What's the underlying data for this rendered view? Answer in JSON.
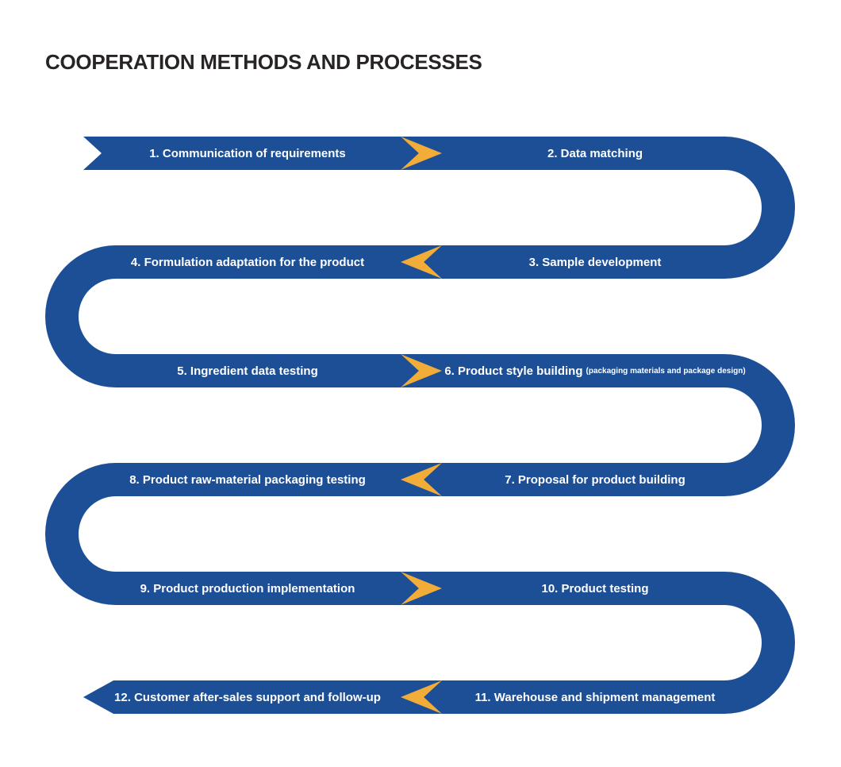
{
  "title": "COOPERATION METHODS AND PROCESSES",
  "colors": {
    "ribbon": "#1d4f97",
    "arrow": "#f1ad37",
    "title_text": "#292424",
    "label_text": "#ffffff",
    "background": "#ffffff"
  },
  "flow": {
    "rows": [
      {
        "left_label": "1. Communication of requirements",
        "right_label": "2. Data matching",
        "direction": "right",
        "connector_icon": "chevron-right-icon"
      },
      {
        "left_label": "4. Formulation adaptation for the product",
        "right_label": "3. Sample development",
        "direction": "left",
        "connector_icon": "chevron-left-icon"
      },
      {
        "left_label": "5. Ingredient data testing",
        "right_label": "6. Product style building",
        "right_note": "(packaging materials and package design)",
        "direction": "right",
        "connector_icon": "chevron-right-icon"
      },
      {
        "left_label": "8. Product raw-material packaging testing",
        "right_label": "7. Proposal for product  building",
        "direction": "left",
        "connector_icon": "chevron-left-icon"
      },
      {
        "left_label": "9. Product production implementation",
        "right_label": "10. Product testing",
        "direction": "right",
        "connector_icon": "chevron-right-icon"
      },
      {
        "left_label": "12. Customer after-sales support and follow-up",
        "right_label": "11. Warehouse and shipment management",
        "direction": "left",
        "connector_icon": "chevron-left-icon"
      }
    ]
  }
}
